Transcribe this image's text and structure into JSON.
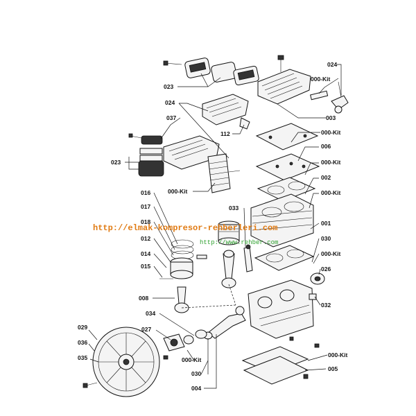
{
  "watermark": {
    "url_main": "http://elmak-kompresor-rehberleri.com",
    "url_secondary": "http://www.rehber.com"
  },
  "labels": {
    "l023a": "023",
    "l024a": "024",
    "l000kit_a": "000-Kit",
    "l003": "003",
    "l024b": "024",
    "l037": "037",
    "l112": "112",
    "l000kit_b": "000-Kit",
    "l023b": "023",
    "l006": "006",
    "l000kit_c": "000-Kit",
    "l000kit_d": "000-Kit",
    "l002": "002",
    "l000kit_e": "000-Kit",
    "l016": "016",
    "l017": "017",
    "l018": "018",
    "l012": "012",
    "l014": "014",
    "l015": "015",
    "l033": "033",
    "l001": "001",
    "l030a": "030",
    "l000kit_f": "000-Kit",
    "l026": "026",
    "l008": "008",
    "l032": "032",
    "l034": "034",
    "l029": "029",
    "l027": "027",
    "l036": "036",
    "l000kit_g": "000-Kit",
    "l035": "035",
    "l030b": "030",
    "l004": "004",
    "l000kit_h": "000-Kit",
    "l005": "005"
  }
}
